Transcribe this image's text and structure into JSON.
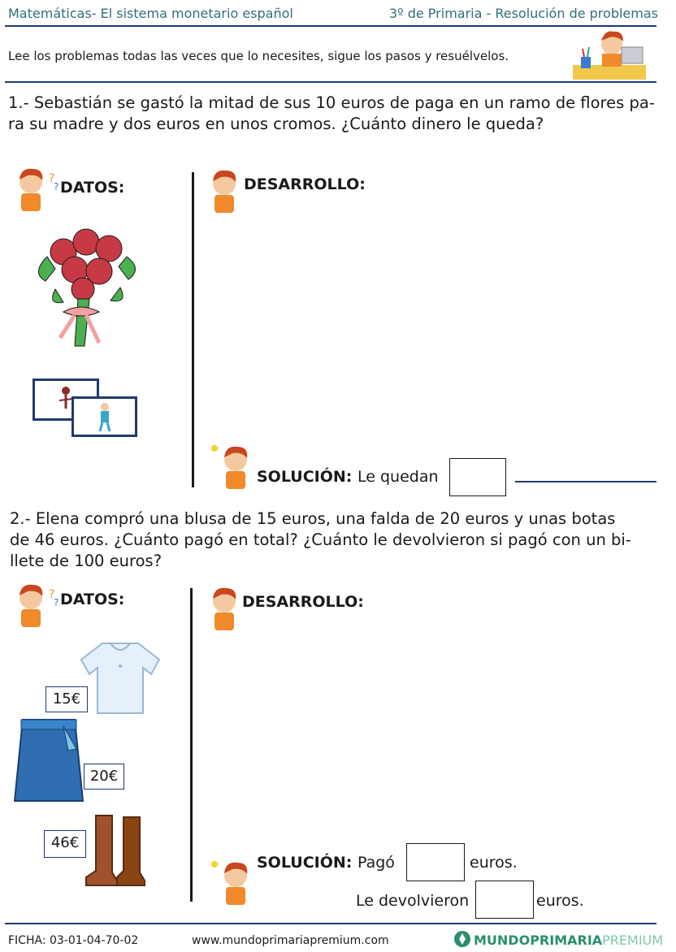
{
  "header": {
    "left": "Matemáticas- El sistema monetario español",
    "right": "3º de Primaria - Resolución de problemas"
  },
  "instructions": "Lee los problemas todas las veces que lo necesites, sigue los pasos y resuélvelos.",
  "problem1": {
    "line1": "1.- Sebastián se gastó la mitad de sus 10 euros de paga en un ramo de flores pa-",
    "line2": "ra su madre y dos euros en unos cromos. ¿Cuánto dinero le queda?",
    "datos_label": "DATOS:",
    "desarrollo_label": "DESARROLLO:",
    "solucion_label": "SOLUCIÓN:",
    "solucion_text": "Le quedan"
  },
  "problem2": {
    "line1": "2.- Elena compró una blusa de 15 euros, una falda de 20 euros y unas botas",
    "line2": "de 46 euros. ¿Cuánto pagó en total? ¿Cuánto le devolvieron si pagó con un bi-",
    "line3": "llete de 100 euros?",
    "datos_label": "DATOS:",
    "desarrollo_label": "DESARROLLO:",
    "solucion_label": "SOLUCIÓN:",
    "pago_text": "Pagó",
    "euros_1": "euros.",
    "devolvieron_text": "Le devolvieron",
    "euros_2": "euros.",
    "prices": {
      "blouse": "15€",
      "skirt": "20€",
      "boots": "46€"
    }
  },
  "footer": {
    "ficha": "FICHA:  03-01-04-70-02",
    "url": "www.mundoprimariapremium.com",
    "brand_main": "MUNDOPRIMARIA",
    "brand_accent": "PREMIUM"
  },
  "colors": {
    "header_text": "#2f6f7a",
    "rule": "#1f3a6e",
    "brand_green": "#2a8f6d",
    "brand_accent": "#7fc8a9"
  }
}
